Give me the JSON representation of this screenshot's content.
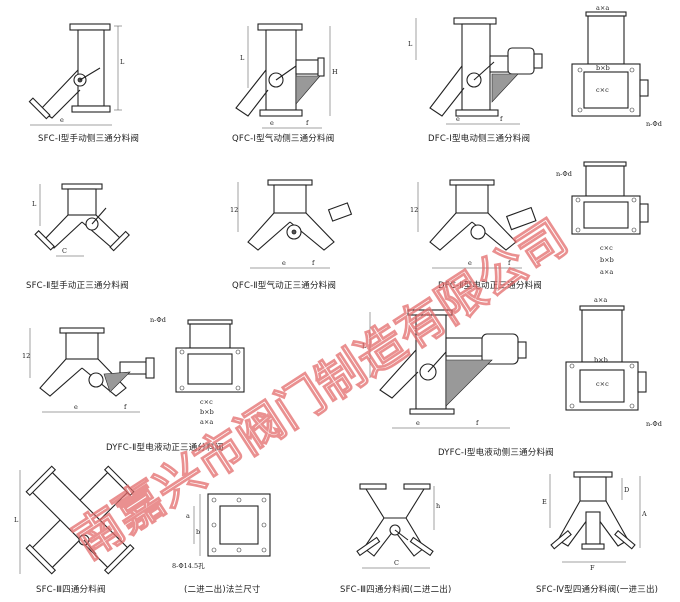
{
  "captions": {
    "c1": "SFC-Ⅰ型手动侧三通分料阀",
    "c2": "QFC-Ⅰ型气动侧三通分料阀",
    "c3": "DFC-Ⅰ型电动侧三通分料阀",
    "c4": "SFC-Ⅱ型手动正三通分料阀",
    "c5": "QFC-Ⅱ型气动正三通分料阀",
    "c6": "DFC-Ⅱ型电动正三通分料阀",
    "c7": "DYFC-Ⅱ型电液动正三通分料阀",
    "c8": "DYFC-Ⅰ型电液动侧三通分料阀",
    "c9": "SFC-Ⅲ四通分料阀",
    "c10": "(二进二出)法兰尺寸",
    "c11": "SFC-Ⅲ四通分料阀(二进二出)",
    "c12": "SFC-Ⅳ型四通分料阀(一进三出)"
  },
  "labels": {
    "L": "L",
    "H": "H",
    "e": "e",
    "f": "f",
    "C": "C",
    "h": "h",
    "num12": "12",
    "axa": "a×a",
    "bxb": "b×b",
    "cxc": "c×c",
    "nd": "n-Φd",
    "ab": "a b",
    "a": "a",
    "b": "b",
    "A": "A",
    "D": "D",
    "E": "E",
    "F": "F",
    "bolt": "8-Φ14.5孔"
  },
  "watermark": "南嘉兴市阀门制造有限公司"
}
